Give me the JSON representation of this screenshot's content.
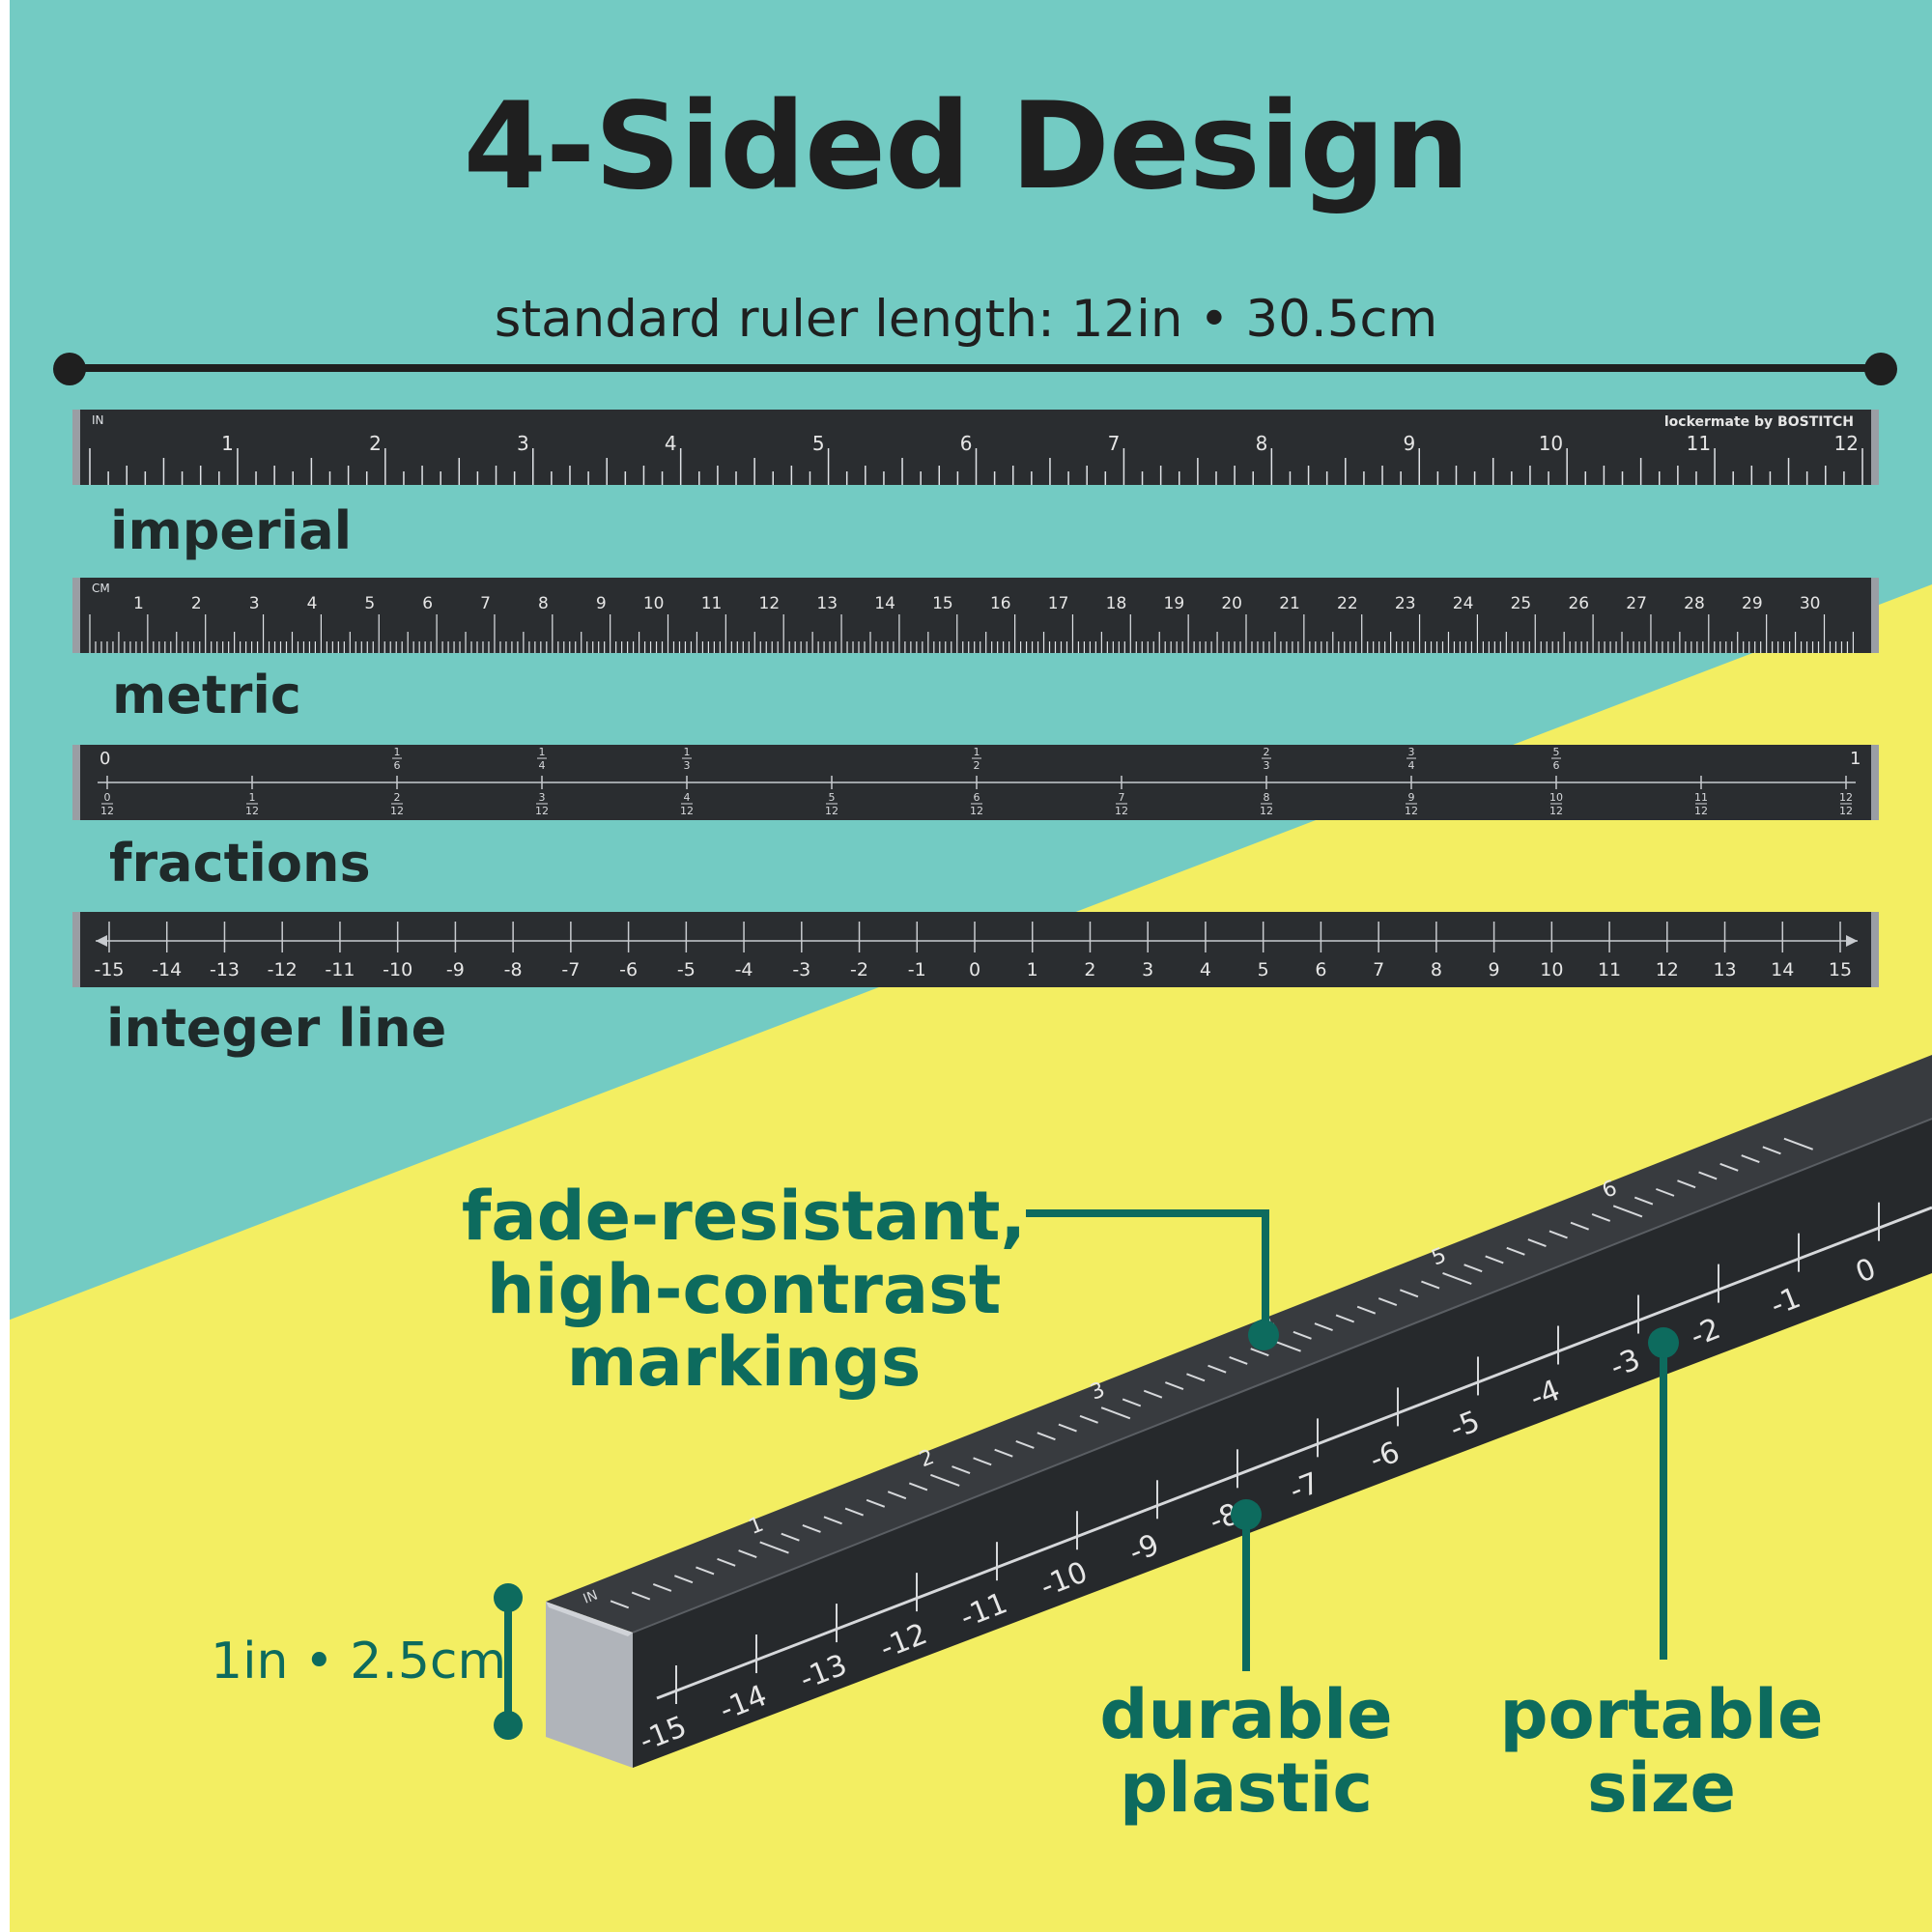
{
  "title": "4-Sided Design",
  "subtitle": "standard ruler length: 12in • 30.5cm",
  "rulers": {
    "imperial": {
      "label": "imperial",
      "unit": "IN",
      "brand": "lockermate by BOSTITCH",
      "numbers": [
        "1",
        "2",
        "3",
        "4",
        "5",
        "6",
        "7",
        "8",
        "9",
        "10",
        "11",
        "12"
      ]
    },
    "metric": {
      "label": "metric",
      "unit": "CM",
      "numbers": [
        "1",
        "2",
        "3",
        "4",
        "5",
        "6",
        "7",
        "8",
        "9",
        "10",
        "11",
        "12",
        "13",
        "14",
        "15",
        "16",
        "17",
        "18",
        "19",
        "20",
        "21",
        "22",
        "23",
        "24",
        "25",
        "26",
        "27",
        "28",
        "29",
        "30"
      ]
    },
    "fractions": {
      "label": "fractions",
      "start": "0",
      "end": "1",
      "top_fractions": [
        {
          "num": "1",
          "den": "6",
          "at": 2
        },
        {
          "num": "1",
          "den": "4",
          "at": 3
        },
        {
          "num": "1",
          "den": "3",
          "at": 4
        },
        {
          "num": "1",
          "den": "2",
          "at": 6
        },
        {
          "num": "2",
          "den": "3",
          "at": 8
        },
        {
          "num": "3",
          "den": "4",
          "at": 9
        },
        {
          "num": "5",
          "den": "6",
          "at": 10
        }
      ],
      "twelfths": [
        "0",
        "1",
        "2",
        "3",
        "4",
        "5",
        "6",
        "7",
        "8",
        "9",
        "10",
        "11",
        "12"
      ],
      "denominator": "12"
    },
    "integer": {
      "label": "integer line",
      "numbers": [
        "-15",
        "-14",
        "-13",
        "-12",
        "-11",
        "-10",
        "-9",
        "-8",
        "-7",
        "-6",
        "-5",
        "-4",
        "-3",
        "-2",
        "-1",
        "0",
        "1",
        "2",
        "3",
        "4",
        "5",
        "6",
        "7",
        "8",
        "9",
        "10",
        "11",
        "12",
        "13",
        "14",
        "15"
      ]
    }
  },
  "product_ruler": {
    "unit": "IN",
    "top_numbers": [
      "1",
      "2",
      "3",
      "4",
      "5",
      "6"
    ],
    "side_numbers": [
      "-15",
      "-14",
      "-13",
      "-12",
      "-11",
      "-10",
      "-9",
      "-8",
      "-7",
      "-6",
      "-5",
      "-4",
      "-3",
      "-2",
      "-1",
      "0"
    ]
  },
  "callouts": {
    "markings": [
      "fade-resistant,",
      "high-contrast",
      "markings"
    ],
    "durable": [
      "durable",
      "plastic"
    ],
    "portable": [
      "portable",
      "size"
    ]
  },
  "dimension": "1in • 2.5cm",
  "colors": {
    "teal": "#73cbc3",
    "yellow": "#f3ee62",
    "ruler_black": "#2a2d30",
    "callout_green": "#0d6b5e",
    "heading": "#1f1f1f"
  }
}
